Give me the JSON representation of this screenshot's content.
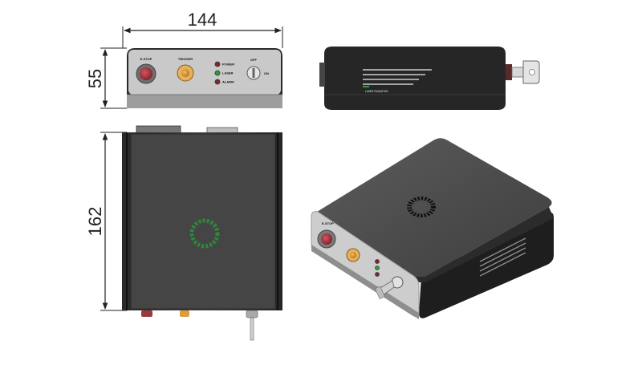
{
  "dimensions": {
    "width": "144",
    "height": "55",
    "depth": "162"
  },
  "front_panel": {
    "estop_label": "E-STOP",
    "trigger_label": "TRIGGER",
    "indicators": [
      "POWER",
      "LASER",
      "ALARM"
    ],
    "key_label": "OFF",
    "key_on_label": "ON"
  },
  "side_panel": {
    "warning_label": "LASER RADIATION"
  },
  "colors": {
    "body_dark": "#333333",
    "panel_grey": "#c4c4c4",
    "estop_red": "#9a2a30",
    "trigger_amber": "#d9902a",
    "led_green": "#2f9a3e"
  }
}
